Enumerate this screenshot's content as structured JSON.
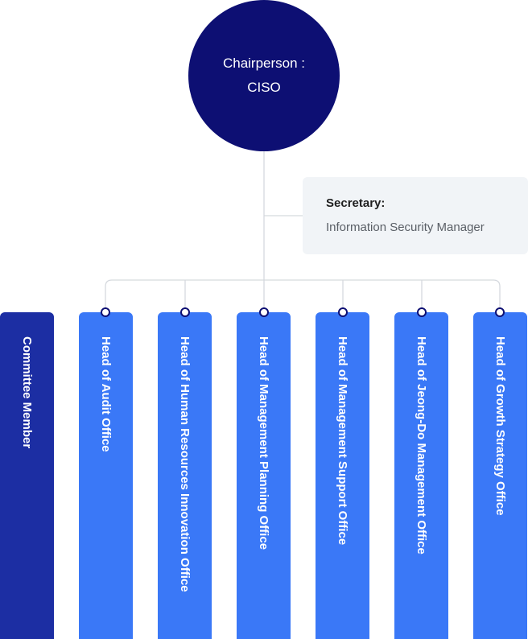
{
  "chairperson": {
    "line1": "Chairperson :",
    "line2": "CISO"
  },
  "secretary": {
    "title": "Secretary:",
    "name": "Information Security Manager"
  },
  "committee_label": "Committee Member",
  "members": [
    "Head of Audit Office",
    "Head of Human Resources Innovation Office",
    "Head of Management Planning Office",
    "Head of Management Support Office",
    "Head of Jeong-Do Management Office",
    "Head of Growth Strategy Office"
  ],
  "colors": {
    "chair": "#0d0f73",
    "committee": "#1c2ea3",
    "member": "#3a78f7",
    "connector": "#d5d9de",
    "secretary_bg": "#f1f4f7"
  }
}
